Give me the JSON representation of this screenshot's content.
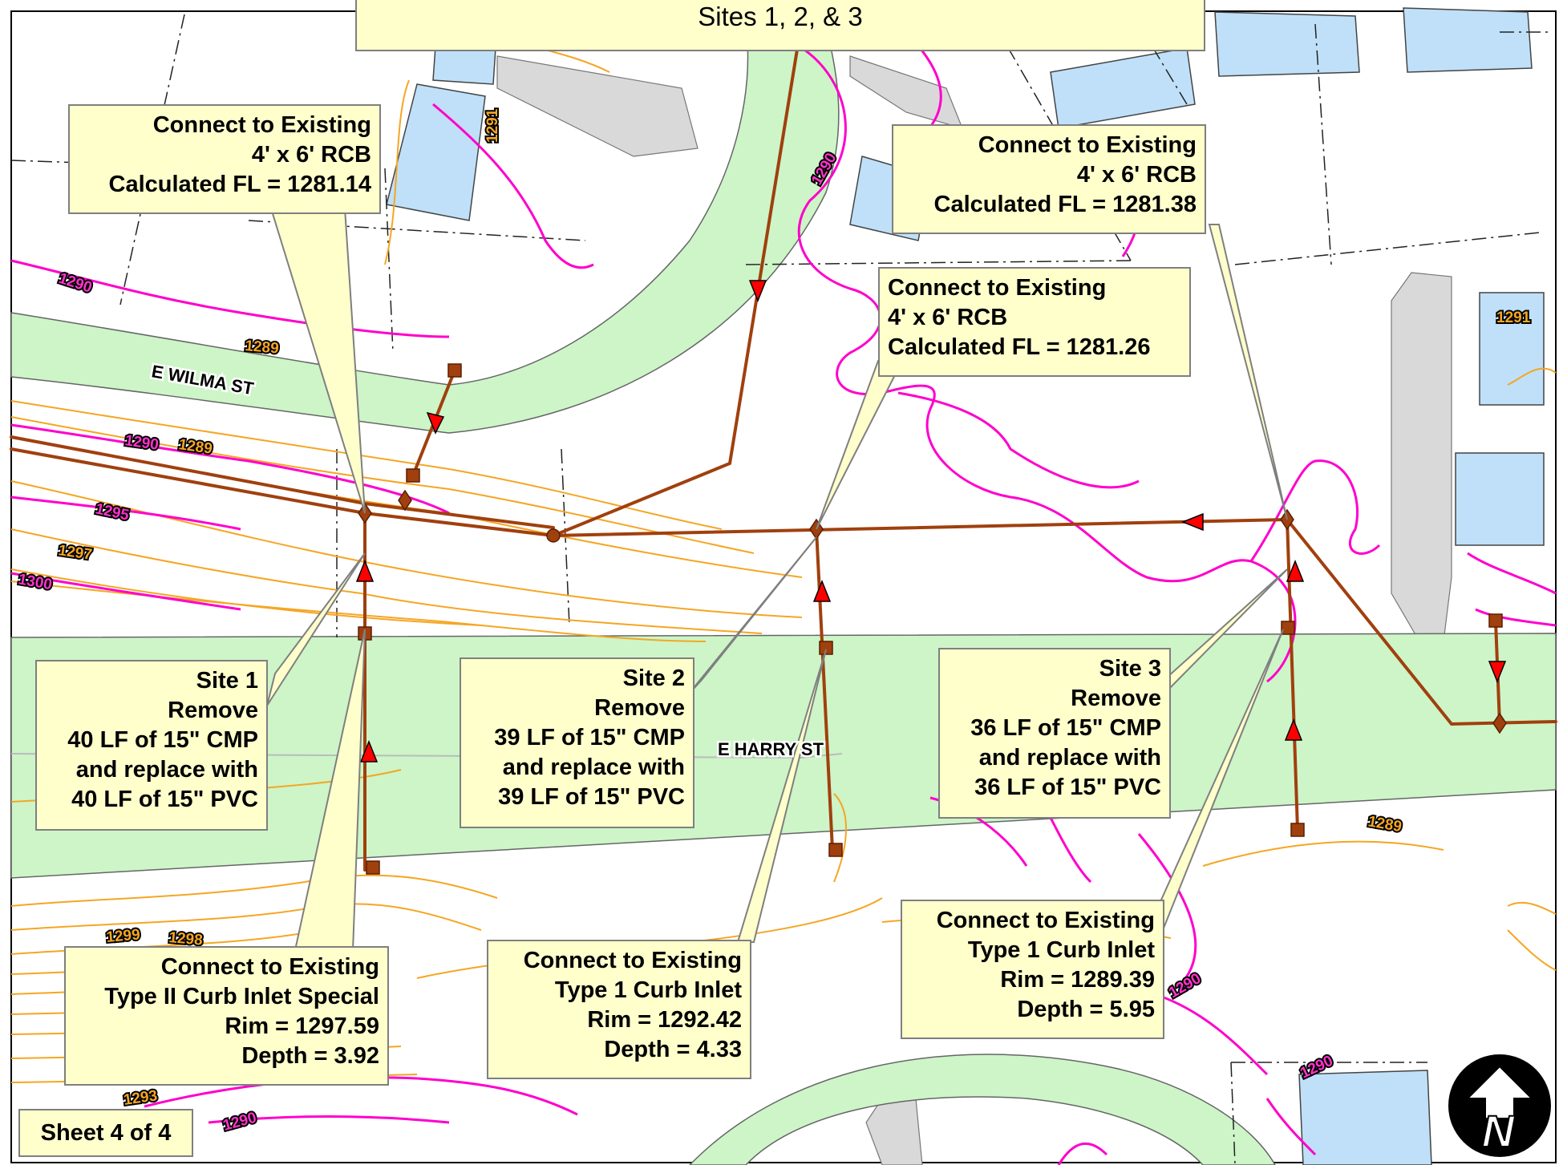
{
  "title": {
    "line2": "Sites 1, 2, & 3"
  },
  "streets": {
    "wilma": "E WILMA ST",
    "harry": "E HARRY ST"
  },
  "contour_labels": {
    "c1291a": "1291",
    "c1290a": "1290",
    "c1290b": "1290",
    "c1289a": "1289",
    "c1290c": "1290",
    "c1289b": "1289",
    "c1295": "1295",
    "c1297": "1297",
    "c1300": "1300",
    "c1291b": "1291",
    "c1289c": "1289",
    "c1299": "1299",
    "c1298": "1298",
    "c1293": "1293",
    "c1290d": "1290",
    "c1290e": "1290",
    "c1290f": "1290"
  },
  "callouts": {
    "rcb1": [
      "Connect to Existing",
      "4' x 6' RCB",
      "Calculated FL = 1281.14"
    ],
    "rcb2": [
      "Connect to Existing",
      "4' x 6' RCB",
      "Calculated FL = 1281.26"
    ],
    "rcb3": [
      "Connect to Existing",
      "4' x 6' RCB",
      "Calculated FL = 1281.38"
    ],
    "site1": [
      "Site 1",
      "Remove",
      "40 LF of 15\" CMP",
      "and replace with",
      "40 LF of 15\" PVC"
    ],
    "site2": [
      "Site 2",
      "Remove",
      "39 LF of 15\" CMP",
      "and replace with",
      "39 LF of 15\" PVC"
    ],
    "site3": [
      "Site 3",
      "Remove",
      "36 LF of 15\" CMP",
      "and replace with",
      "36 LF of 15\" PVC"
    ],
    "inlet1": [
      "Connect to Existing",
      "Type II Curb Inlet Special",
      "Rim = 1297.59",
      "Depth = 3.92"
    ],
    "inlet2": [
      "Connect to Existing",
      "Type 1 Curb Inlet",
      "Rim = 1292.42",
      "Depth = 4.33"
    ],
    "inlet3": [
      "Connect to Existing",
      "Type 1 Curb Inlet",
      "Rim = 1289.39",
      "Depth = 5.95"
    ]
  },
  "sheet": "Sheet 4 of 4",
  "north_arrow": "N",
  "colors": {
    "street_fill": "#cdf5c8",
    "building": "#bfe0f8",
    "pavement": "#d9d9d9",
    "contour_major": "#ff00cc",
    "contour_minor": "#f5a623",
    "pipe": "#a0400e",
    "flow_arrow": "#ff0000",
    "callout_fill": "#ffffcc"
  }
}
